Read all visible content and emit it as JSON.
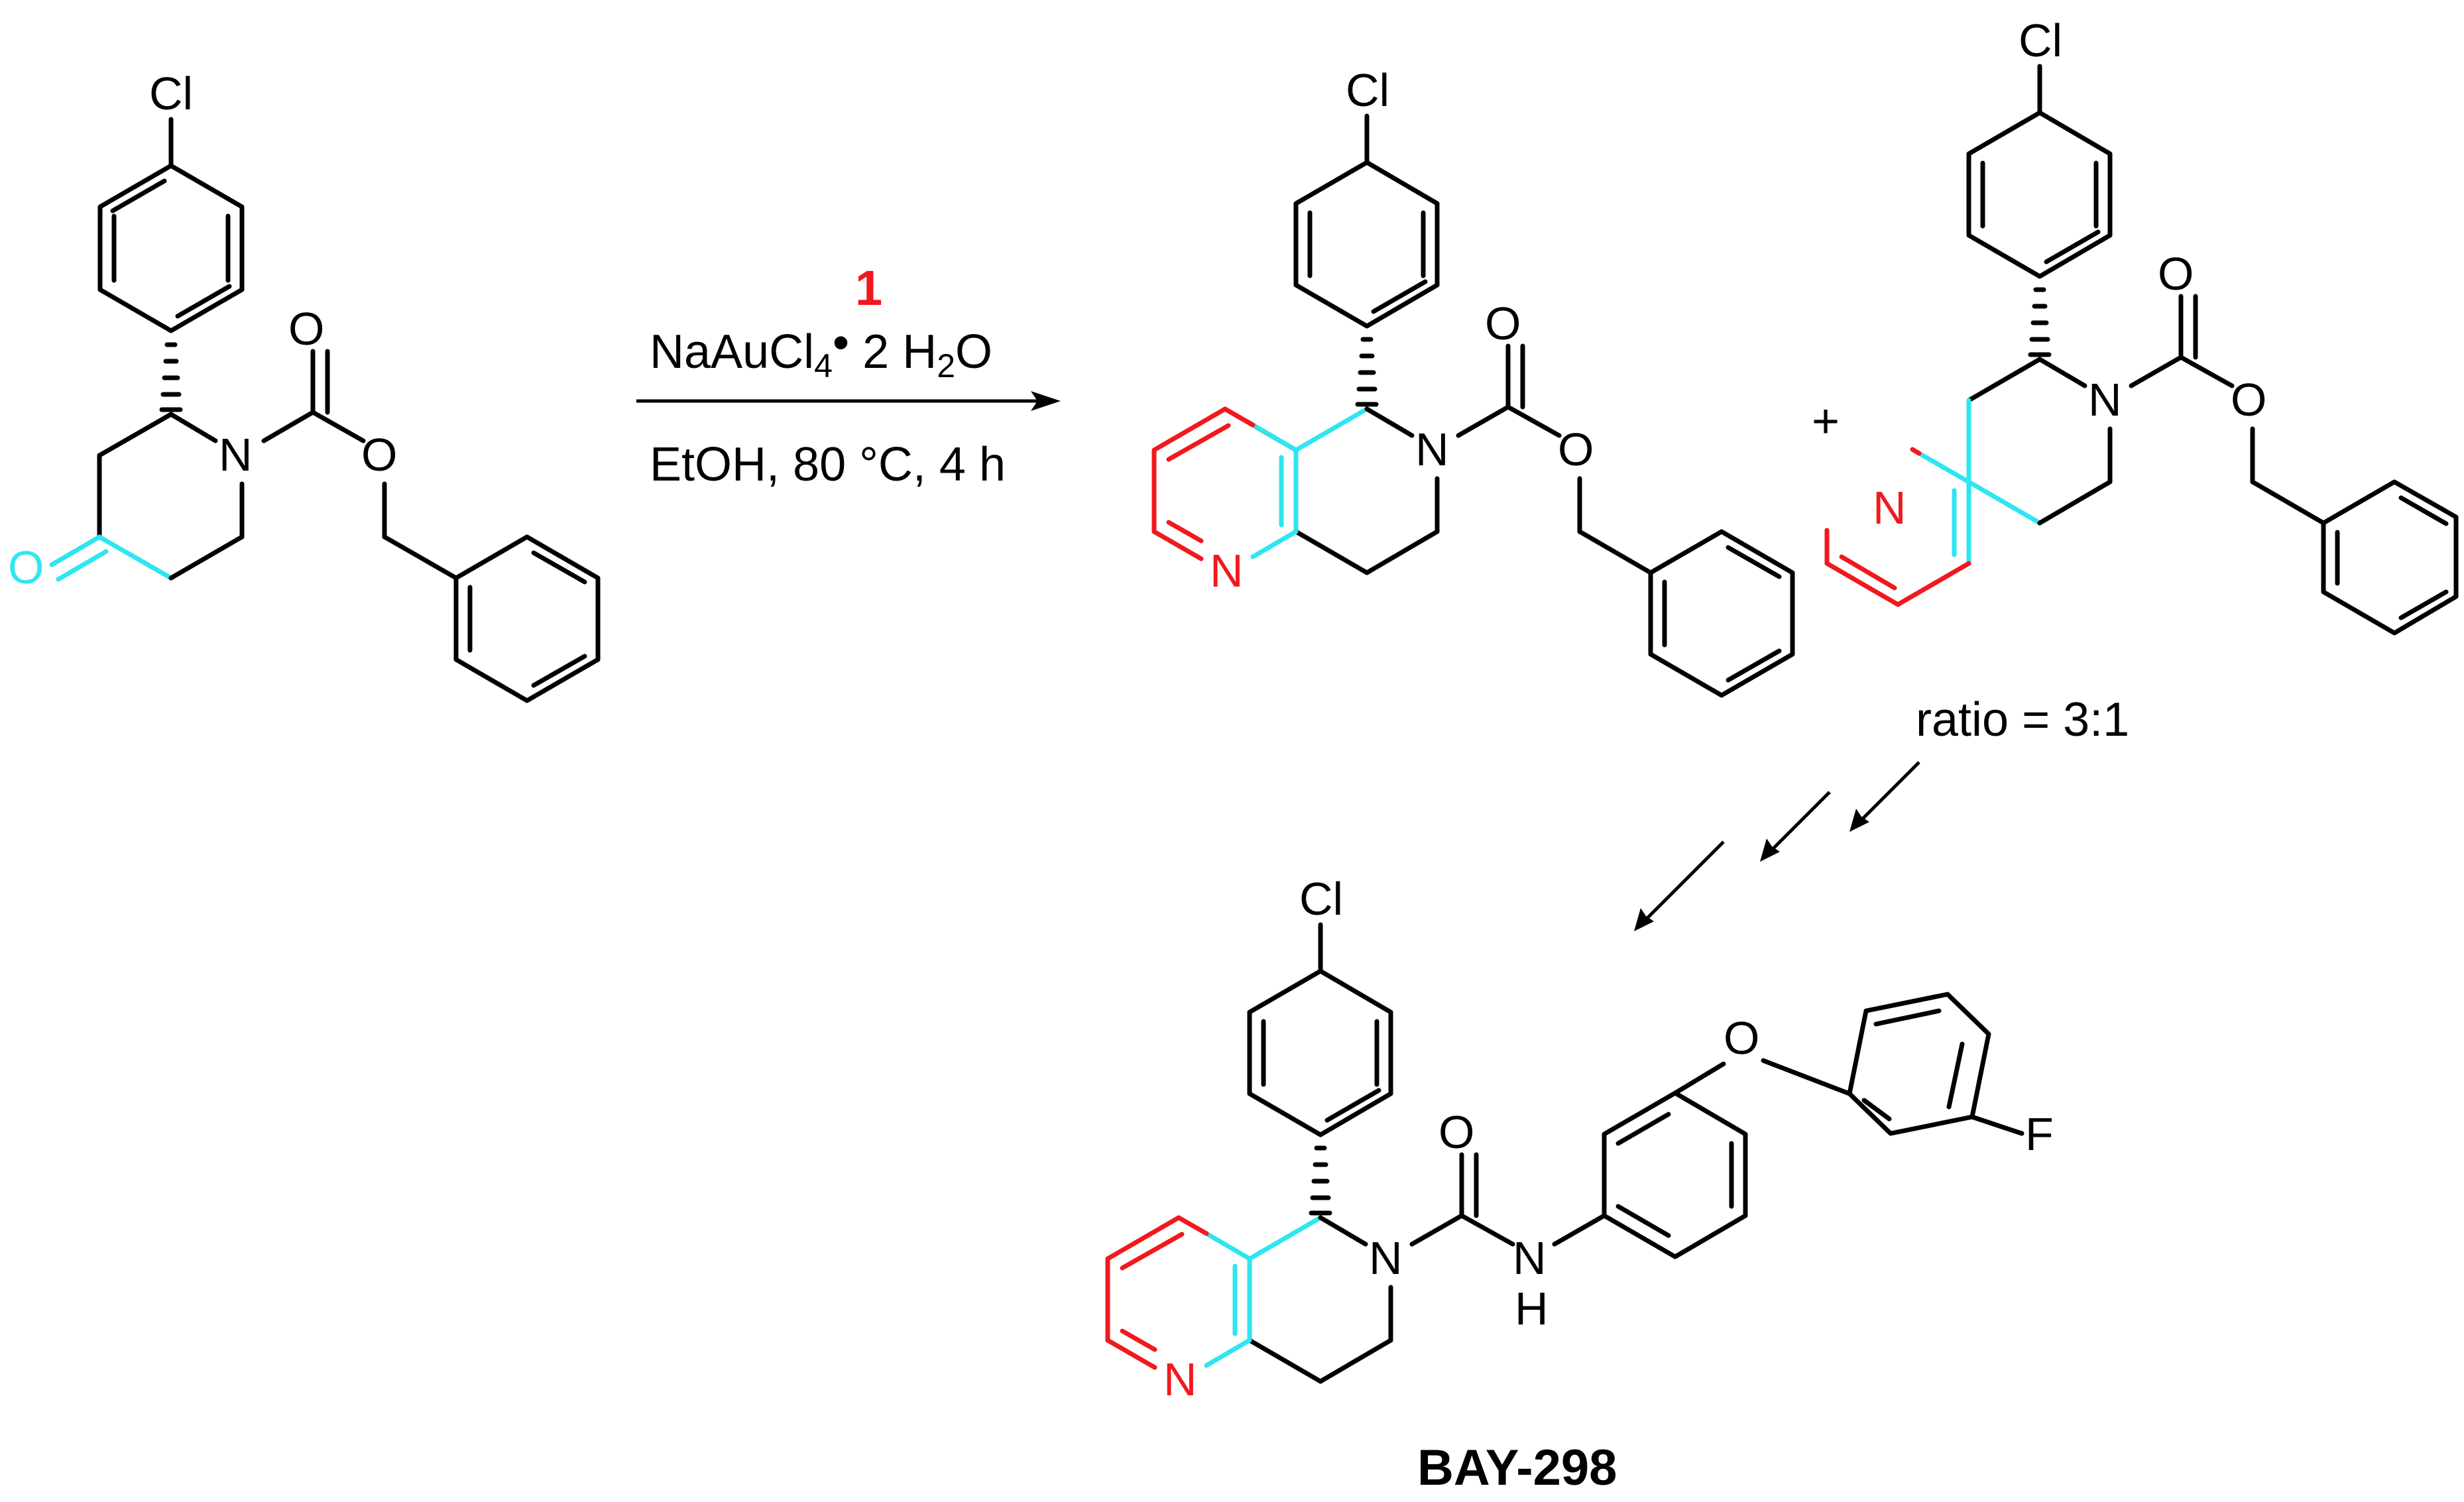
{
  "atoms": {
    "cl": "Cl",
    "o": "O",
    "n": "N",
    "h": "H",
    "f": "F"
  },
  "reaction": {
    "catalyst_number": "1",
    "reagent_main": "NaAuCl",
    "reagent_sub": "4",
    "reagent_dot": "•",
    "reagent_water_prefix": " 2 H",
    "reagent_water_sub": "2",
    "reagent_water_suffix": "O",
    "conditions": "EtOH, 80 °C, 4 h"
  },
  "plus_sign": "+",
  "ratio": "ratio = 3:1",
  "product_name": "BAY-298",
  "colors": {
    "highlight_cyan": "#2EE6F0",
    "highlight_red": "#F0191E"
  }
}
